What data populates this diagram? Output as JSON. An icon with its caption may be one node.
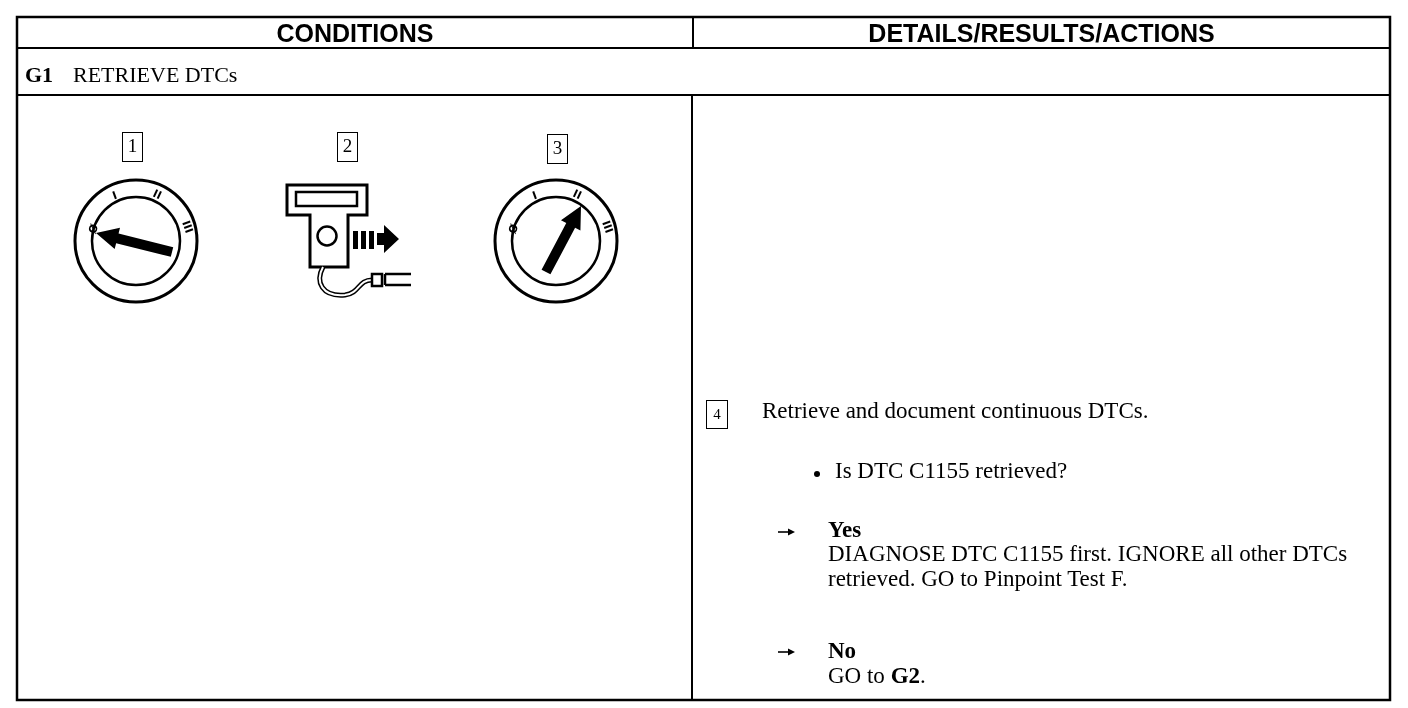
{
  "diagram": {
    "labels": [
      "CONDITIONS",
      "DETAILS/RESULTS/ACTIONS",
      "G1",
      "RETRIEVE DTCs",
      "1",
      "2",
      "3",
      "Ø",
      "I",
      "II",
      "III",
      "Ø",
      "I",
      "II",
      "III",
      "4",
      "Retrieve and document continuous DTCs.",
      "Is DTC C1155 retrieved?",
      "Yes",
      "DIAGNOSE DTC C1155 first. IGNORE all other DTCs retrieved. GO to Pinpoint Test F.",
      "No",
      "GO to **G2**."
    ]
  }
}
